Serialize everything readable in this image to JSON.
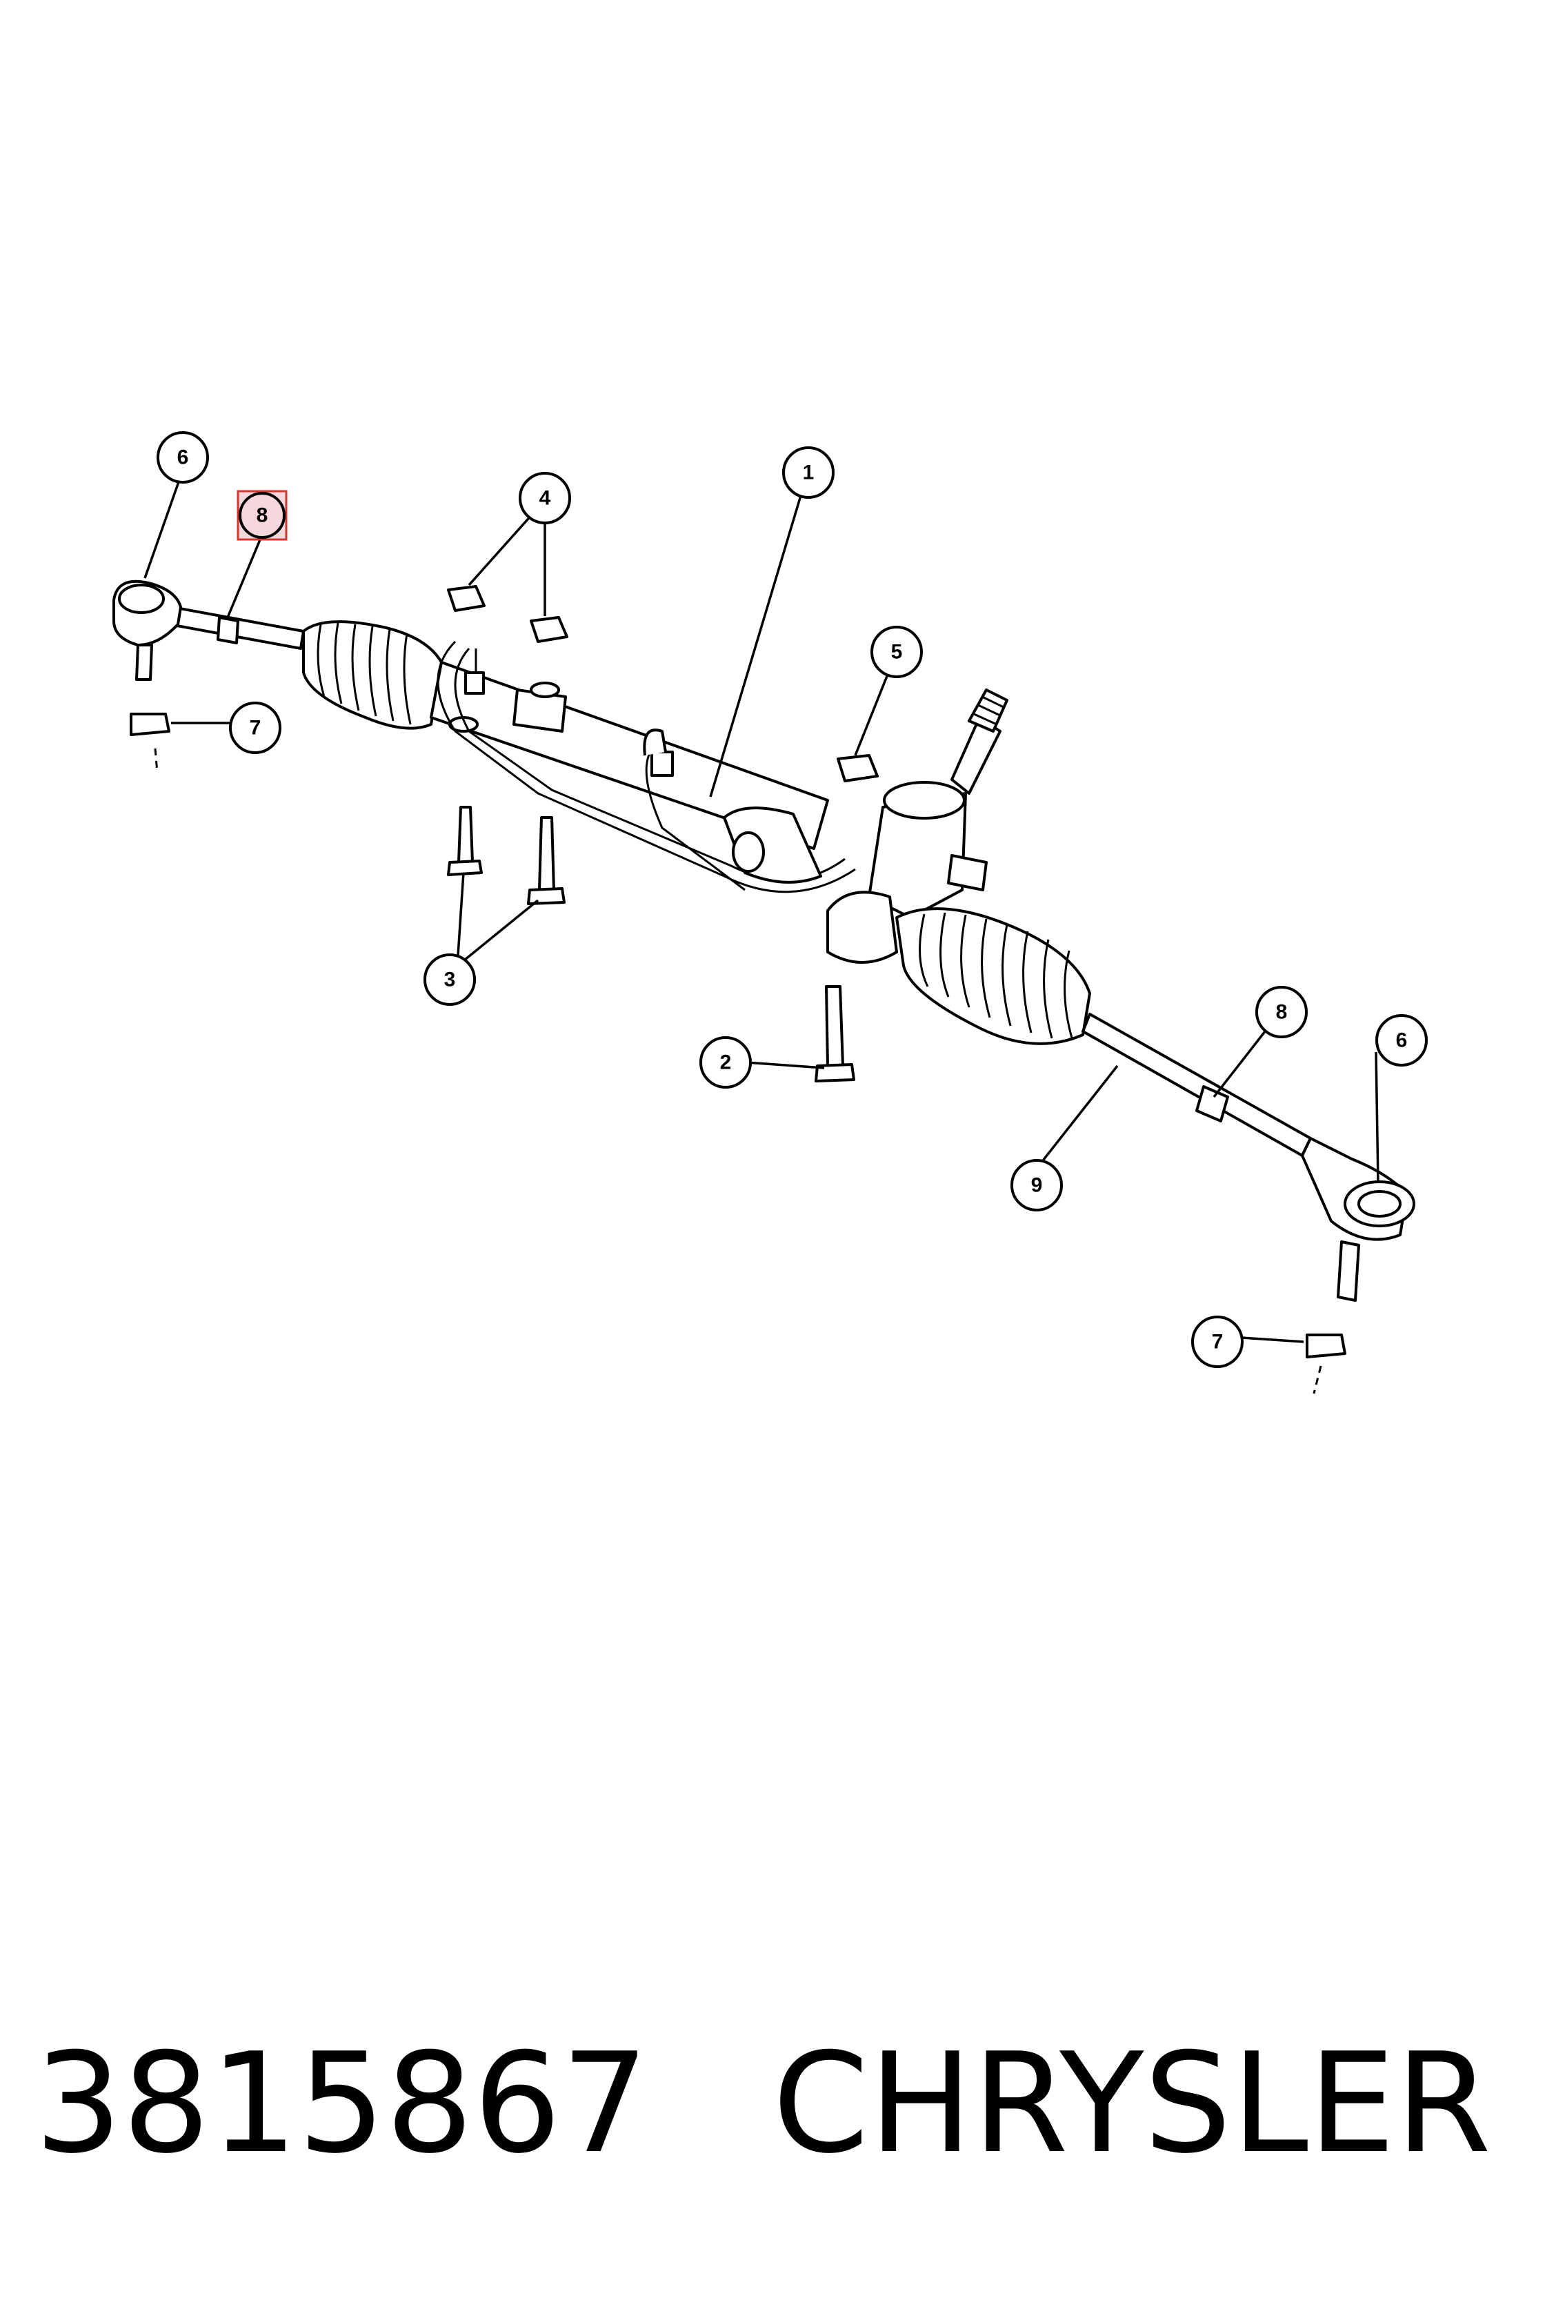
{
  "diagram": {
    "callouts": [
      {
        "id": "callout-1",
        "label": "1"
      },
      {
        "id": "callout-2",
        "label": "2"
      },
      {
        "id": "callout-3",
        "label": "3"
      },
      {
        "id": "callout-4",
        "label": "4"
      },
      {
        "id": "callout-5",
        "label": "5"
      },
      {
        "id": "callout-6-left",
        "label": "6"
      },
      {
        "id": "callout-6-right",
        "label": "6"
      },
      {
        "id": "callout-7-left",
        "label": "7"
      },
      {
        "id": "callout-7-right",
        "label": "7"
      },
      {
        "id": "callout-8-left",
        "label": "8",
        "highlighted": true
      },
      {
        "id": "callout-8-right",
        "label": "8"
      },
      {
        "id": "callout-9",
        "label": "9"
      }
    ],
    "highlight_color": "#d2372f"
  },
  "caption": {
    "part_number": "3815867",
    "brand": "CHRYSLER"
  }
}
